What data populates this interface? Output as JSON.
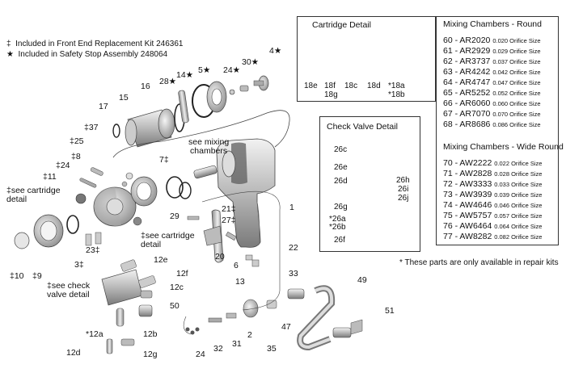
{
  "legend": [
    {
      "symbol": "‡",
      "text": "Included in Front End Replacement Kit 246361"
    },
    {
      "symbol": "★",
      "text": "Included in Safety Stop Assembly 248064"
    }
  ],
  "cartridge_detail": {
    "title": "Cartridge Detail",
    "labels": [
      "18e",
      "18f",
      "18g",
      "18c",
      "18d",
      "*18a",
      "*18b"
    ]
  },
  "check_valve_detail": {
    "title": "Check Valve Detail",
    "labels": [
      "26c",
      "26e",
      "26d",
      "26h",
      "26i",
      "26j",
      "26g",
      "*26a",
      "*26b",
      "26f"
    ]
  },
  "mixing_round": {
    "title": "Mixing Chambers - Round",
    "rows": [
      {
        "code": "60 - AR2020",
        "size": "0.020 Orifice Size"
      },
      {
        "code": "61 - AR2929",
        "size": "0.029 Orifice Size"
      },
      {
        "code": "62 - AR3737",
        "size": "0.037 Orifice Size"
      },
      {
        "code": "63 - AR4242",
        "size": "0.042 Orifice Size"
      },
      {
        "code": "64 - AR4747",
        "size": "0.047 Orifice Size"
      },
      {
        "code": "65 - AR5252",
        "size": "0.052 Orifice Size"
      },
      {
        "code": "66 - AR6060",
        "size": "0.060 Orifice Size"
      },
      {
        "code": "67 - AR7070",
        "size": "0.070 Orifice Size"
      },
      {
        "code": "68 - AR8686",
        "size": "0.086 Orifice Size"
      }
    ]
  },
  "mixing_wide": {
    "title": "Mixing Chambers - Wide Round",
    "rows": [
      {
        "code": "70 - AW2222",
        "size": "0.022 Orifice Size"
      },
      {
        "code": "71 - AW2828",
        "size": "0.028 Orifice Size"
      },
      {
        "code": "72 - AW3333",
        "size": "0.033 Orifice Size"
      },
      {
        "code": "73 - AW3939",
        "size": "0.039 Orifice Size"
      },
      {
        "code": "74 - AW4646",
        "size": "0.046 Orifice Size"
      },
      {
        "code": "75 - AW5757",
        "size": "0.057 Orifice Size"
      },
      {
        "code": "76 - AW6464",
        "size": "0.064 Orifice Size"
      },
      {
        "code": "77 - AW8282",
        "size": "0.082 Orifice Size"
      }
    ]
  },
  "repair_note": "* These parts are only available in repair kits",
  "callouts": {
    "c4": "4★",
    "c30": "30★",
    "c24a": "24★",
    "c5": "5★",
    "c14": "14★",
    "c28": "28★",
    "c16": "16",
    "c15": "15",
    "c17": "17",
    "c37": "‡37",
    "c25": "‡25",
    "c8": "‡8",
    "c24b": "‡24",
    "c11": "‡11",
    "c7": "7‡",
    "see_mixing": "see mixing\nchambers",
    "see_cart_l": "‡see cartridge\ndetail",
    "see_cart_r": "‡see cartridge\ndetail",
    "c21": "21‡",
    "c27": "27‡",
    "c1": "1",
    "c29": "29",
    "c20": "20",
    "c6": "6",
    "c22": "22",
    "c33": "33",
    "c13": "13",
    "c10": "‡10",
    "c9": "‡9",
    "c3": "3‡",
    "c23": "23‡",
    "c12e": "12e",
    "c12f": "12f",
    "c12c": "12c",
    "see_check": "‡see check\nvalve detail",
    "c50": "50",
    "c12a": "*12a",
    "c12b": "12b",
    "c12d": "12d",
    "c12g": "12g",
    "c24c": "24",
    "c32": "32",
    "c31": "31",
    "c2": "2",
    "c35": "35",
    "c47": "47",
    "c49": "49",
    "c51": "51"
  }
}
